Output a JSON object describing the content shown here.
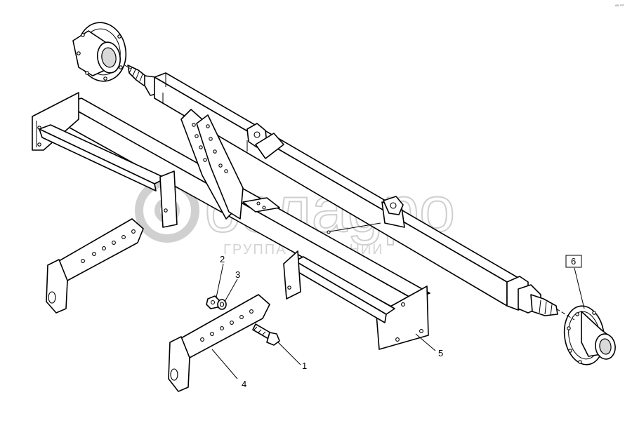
{
  "corner_mark": "ᴬᵂ ⁰⁰⁰",
  "watermark": {
    "brand": "белаgро",
    "subtitle": "ГРУППА КОМПАНИИ"
  },
  "callouts": [
    {
      "id": "1",
      "label": "1"
    },
    {
      "id": "2",
      "label": "2"
    },
    {
      "id": "3",
      "label": "3"
    },
    {
      "id": "4",
      "label": "4"
    },
    {
      "id": "5",
      "label": "5"
    },
    {
      "id": "6",
      "label": "6"
    }
  ]
}
